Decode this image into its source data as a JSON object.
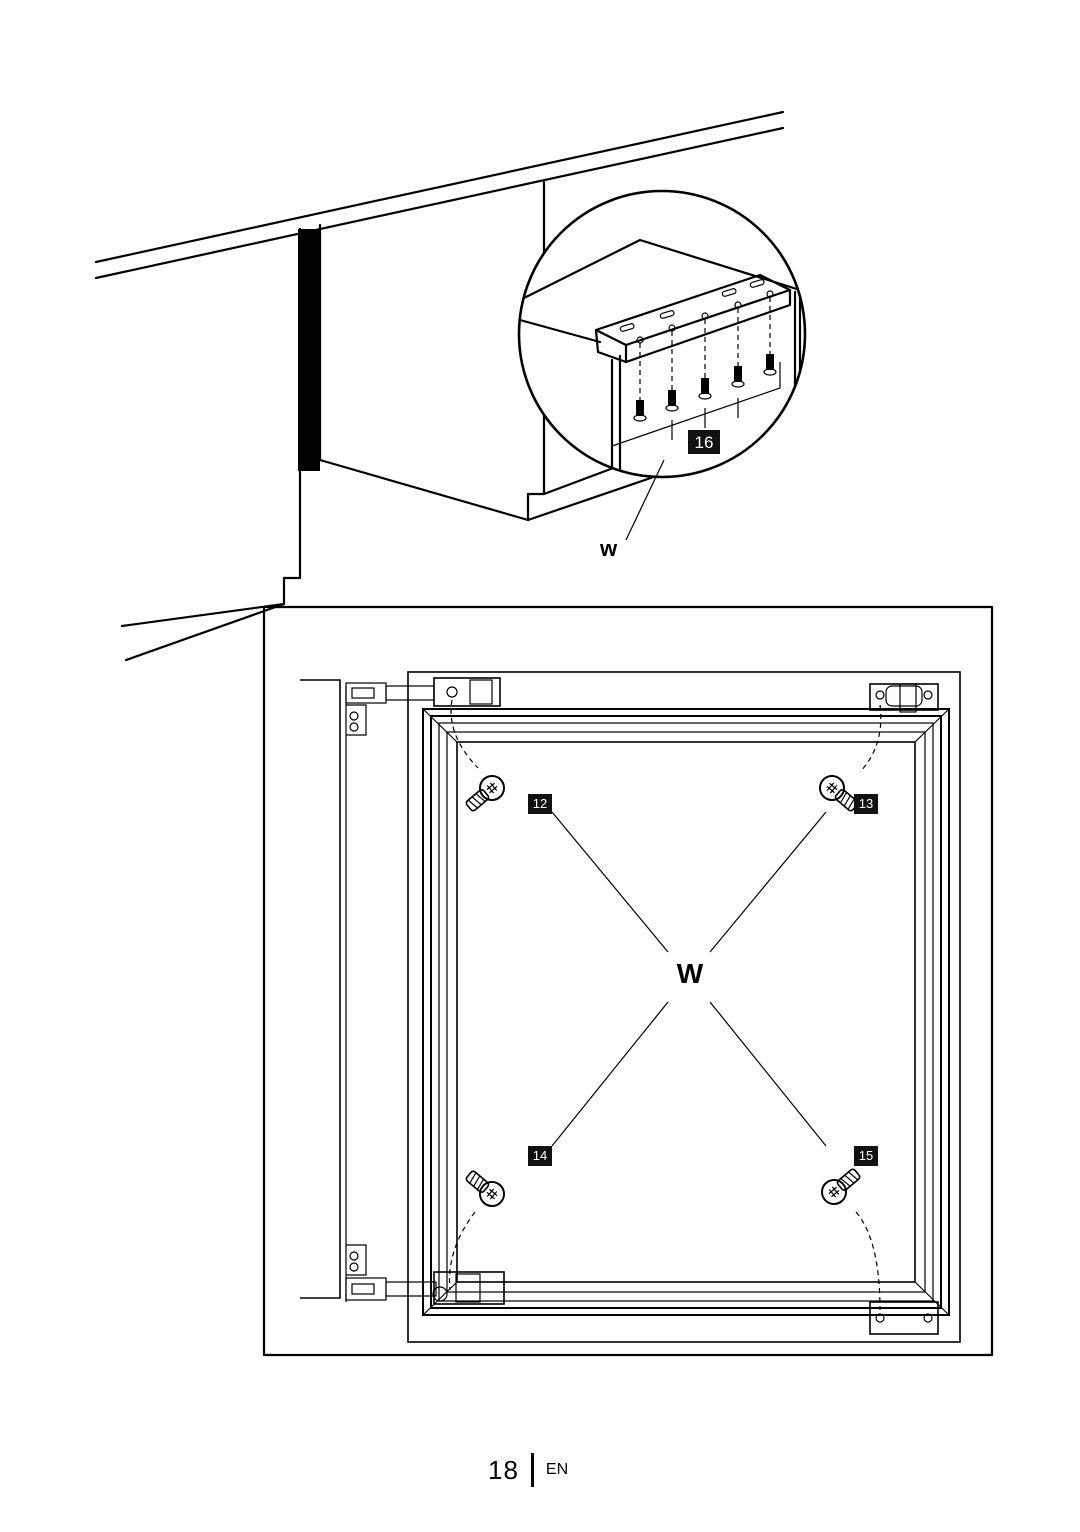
{
  "figure_top": {
    "callout_number": "16",
    "part_label": "W"
  },
  "figure_bottom": {
    "part_label": "W",
    "screw_numbers": [
      "12",
      "13",
      "14",
      "15"
    ]
  },
  "footer": {
    "page_number": "18",
    "language": "EN"
  }
}
